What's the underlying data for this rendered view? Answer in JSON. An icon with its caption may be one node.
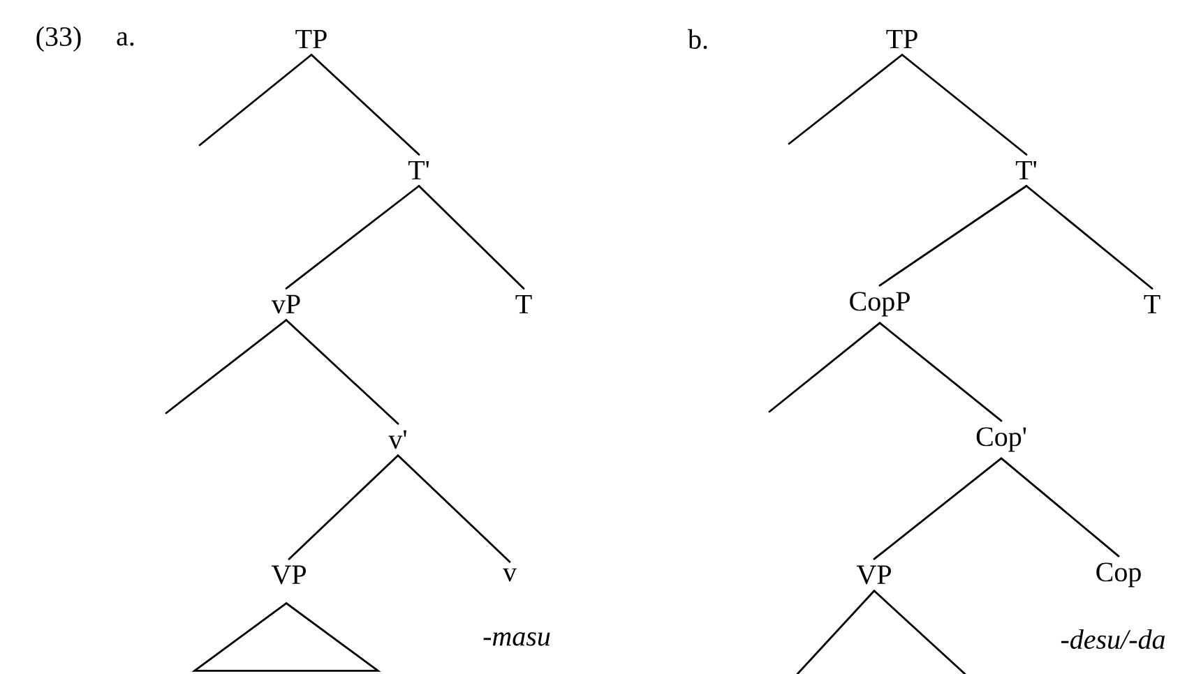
{
  "diagram": {
    "nodes": [
      {
        "text": [
          "TP"
        ]
      },
      {
        "text": [
          "T'"
        ]
      },
      {
        "text": [
          "vP"
        ]
      },
      {
        "text": [
          "T"
        ]
      },
      {
        "text": [
          "v'"
        ]
      },
      {
        "text": [
          "VP"
        ]
      },
      {
        "text": [
          "v"
        ],
        "beside": [
          "-masu"
        ]
      },
      {
        "text": [
          "TP"
        ]
      },
      {
        "text": [
          "T'"
        ]
      },
      {
        "text": [
          "CopP"
        ]
      },
      {
        "text": [
          "T"
        ]
      },
      {
        "text": [
          "Cop'"
        ]
      },
      {
        "text": [
          "VP"
        ]
      },
      {
        "text": [
          "Cop"
        ],
        "beside": [
          "-desu/-da"
        ]
      },
      {
        "text": [],
        "shape": "triangle"
      }
    ],
    "edges": [
      {
        "from": 0,
        "to": null,
        "arrow": "none"
      },
      {
        "from": 0,
        "to": 1,
        "arrow": "none"
      },
      {
        "from": 1,
        "to": 2,
        "arrow": "none"
      },
      {
        "from": 1,
        "to": 3,
        "arrow": "none"
      },
      {
        "from": 2,
        "to": null,
        "arrow": "none"
      },
      {
        "from": 2,
        "to": 4,
        "arrow": "none"
      },
      {
        "from": 4,
        "to": 5,
        "arrow": "none"
      },
      {
        "from": 4,
        "to": 6,
        "arrow": "none"
      },
      {
        "from": 7,
        "to": null,
        "arrow": "none"
      },
      {
        "from": 7,
        "to": 8,
        "arrow": "none"
      },
      {
        "from": 8,
        "to": 9,
        "arrow": "none"
      },
      {
        "from": 8,
        "to": 10,
        "arrow": "none"
      },
      {
        "from": 9,
        "to": null,
        "arrow": "none"
      },
      {
        "from": 9,
        "to": 11,
        "arrow": "none"
      },
      {
        "from": 11,
        "to": 12,
        "arrow": "none"
      },
      {
        "from": 11,
        "to": 13,
        "arrow": "none"
      },
      {
        "from": 12,
        "to": null,
        "arrow": "none"
      },
      {
        "from": 12,
        "to": null,
        "arrow": "none"
      }
    ],
    "labels": [
      "(33)",
      "a.",
      "b."
    ]
  }
}
